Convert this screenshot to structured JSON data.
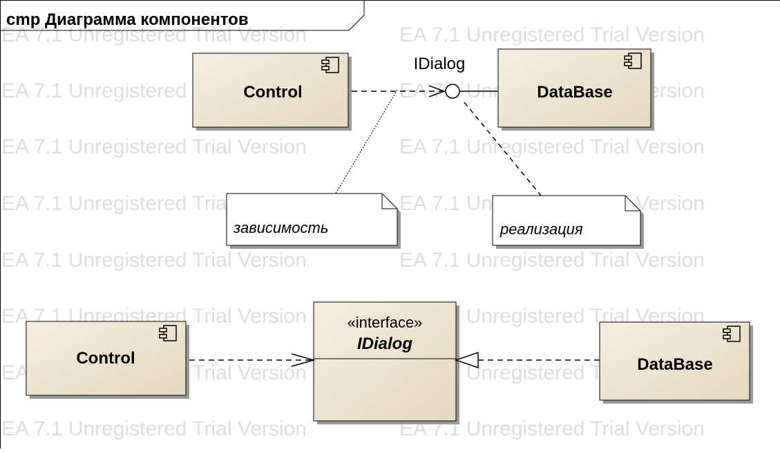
{
  "diagram": {
    "frame_title": "cmp Диаграмма компонентов",
    "watermark": "EA 7.1 Unregistered Trial Version",
    "top": {
      "client_component": "Control",
      "provider_component": "DataBase",
      "interface_label": "IDialog",
      "dependency_note": "зависимость",
      "realization_note": "реализация"
    },
    "bottom": {
      "client_component": "Control",
      "provider_component": "DataBase",
      "interface_stereotype": "«interface»",
      "interface_name": "IDialog"
    }
  },
  "colors": {
    "component_fill": "#f2ead8",
    "component_gradient_end": "#e6dcc4",
    "note_fill": "#ffffff",
    "watermark": "#dedede",
    "line": "#000000",
    "shadow": "#9a9a9a"
  }
}
